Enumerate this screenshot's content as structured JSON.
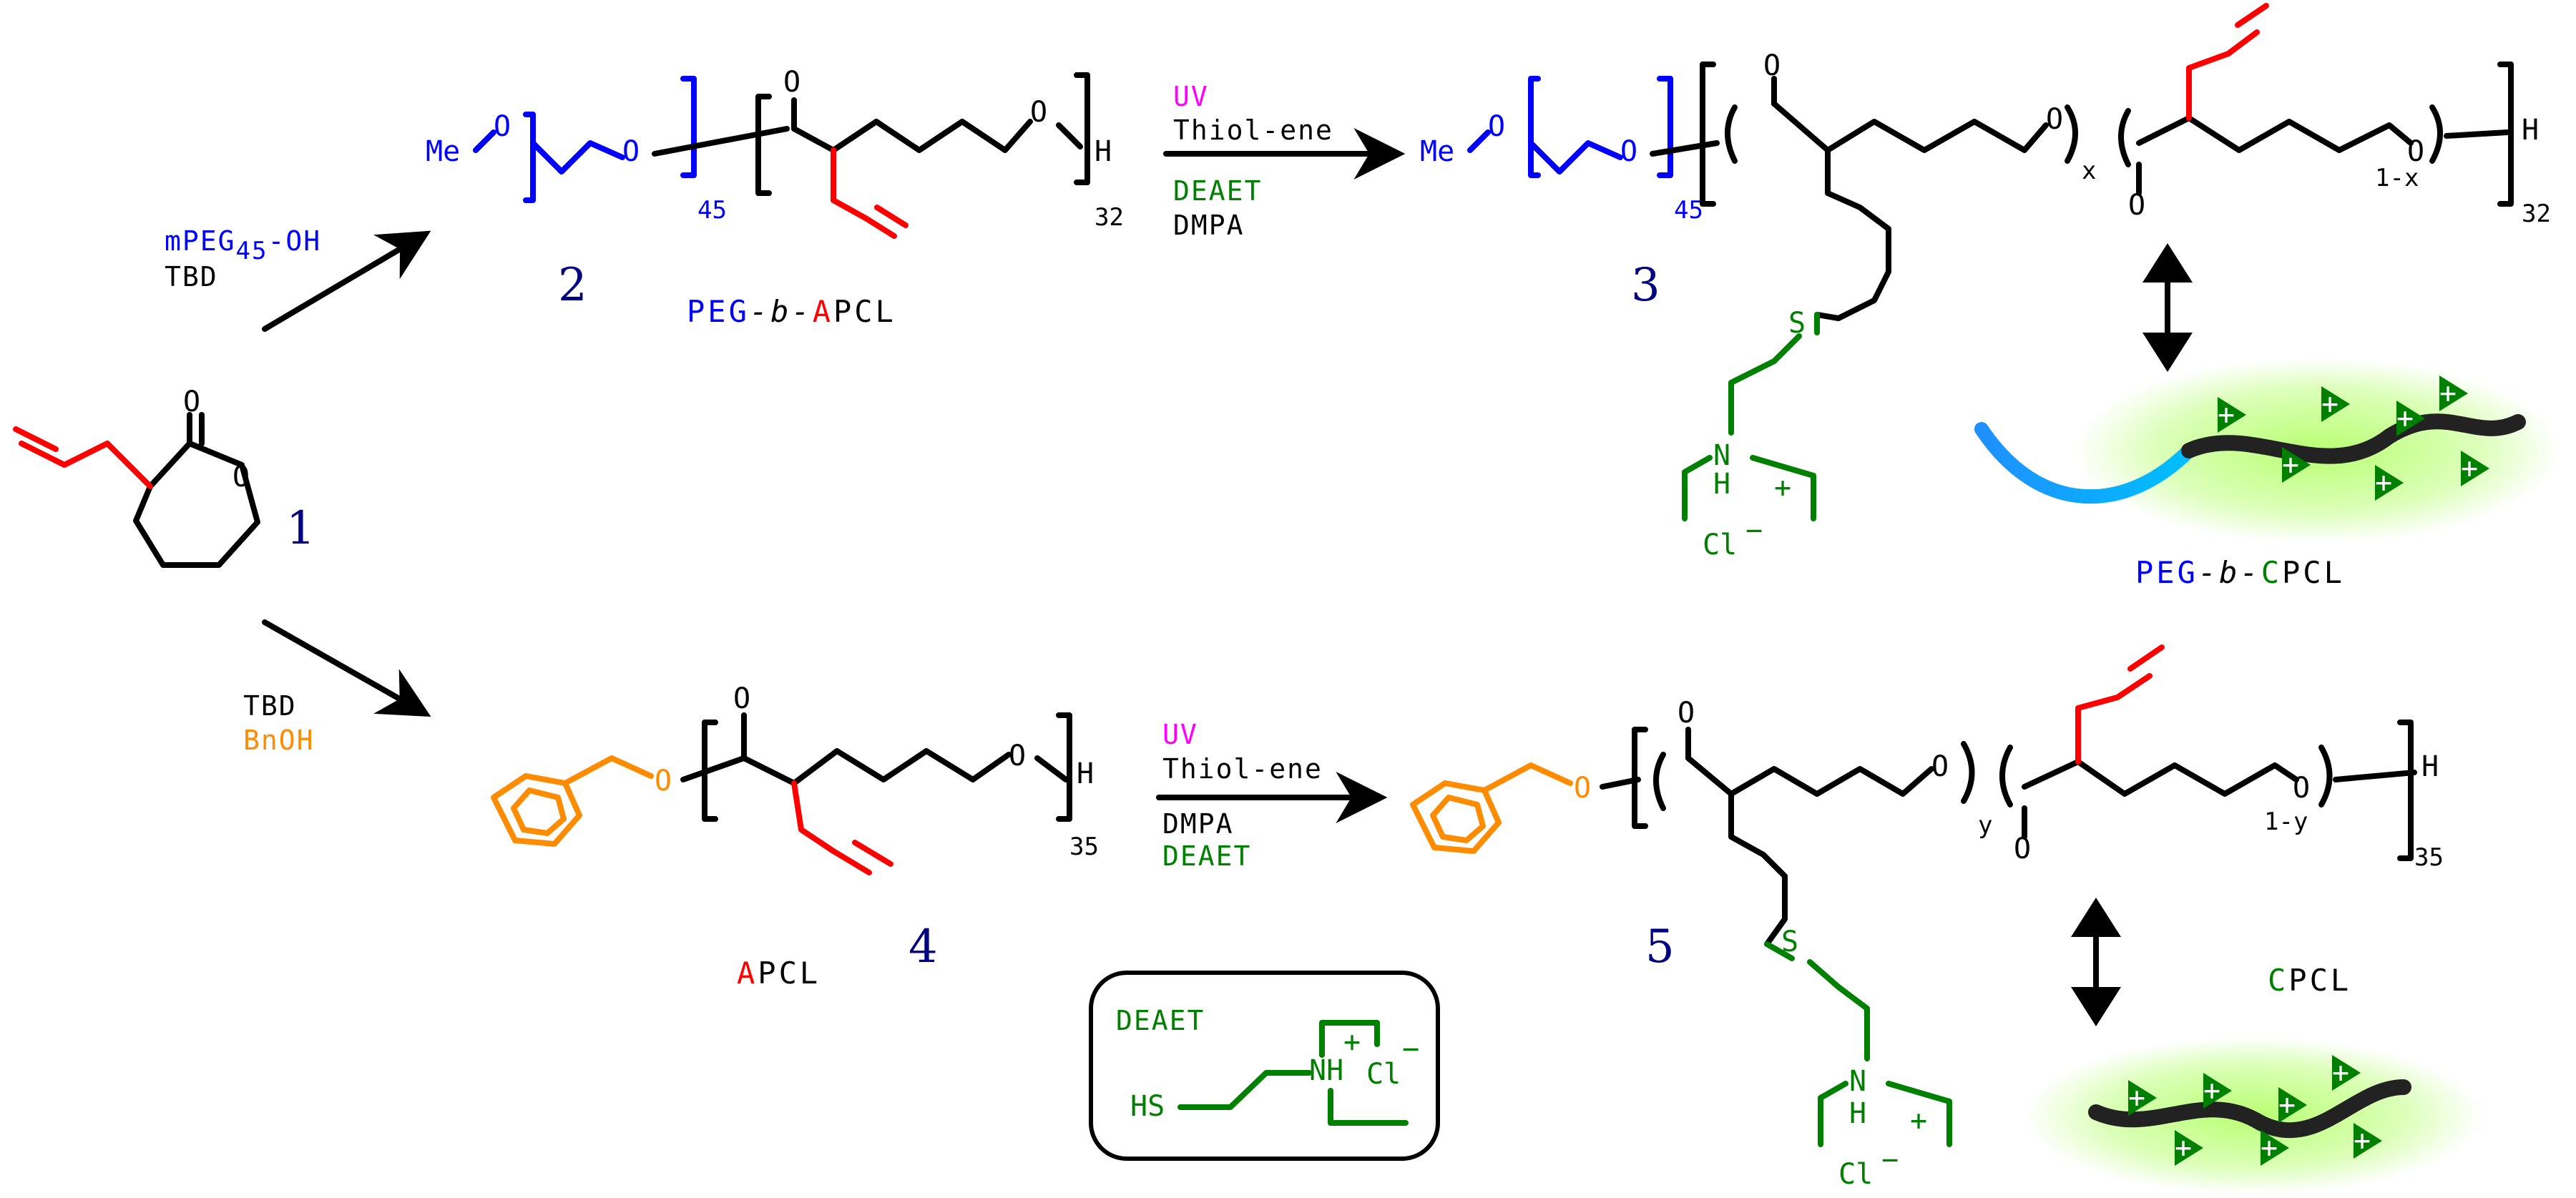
{
  "colors": {
    "backbone": "#000000",
    "allyl": "#ff0000",
    "peg": "#0000ff",
    "amine": "#008000",
    "benzyl": "#ff8c00",
    "uv": "#ff00ff",
    "compound_number": "#000080",
    "glow": "#7fff00",
    "peg_ribbon": "#1e90ff"
  },
  "atoms": {
    "O": "O",
    "H": "H",
    "S": "S",
    "N": "N",
    "HS": "HS",
    "NH": "NH",
    "Cl": "Cl",
    "Me": "Me",
    "plus": "+",
    "minus": "−"
  },
  "repeat_units": {
    "peg": "45",
    "block_2": "32",
    "block_3": "32",
    "block_4": "35",
    "block_5": "35",
    "x": "x",
    "one_minus_x": "1-x",
    "y": "y",
    "one_minus_y": "1-y"
  },
  "reagents_top_left": {
    "mpeg_pre": "mPEG",
    "mpeg_sub": "45",
    "mpeg_post": "-OH",
    "catalyst": "TBD"
  },
  "reagents_bottom_left": {
    "catalyst": "TBD",
    "initiator": "BnOH"
  },
  "reagents_top_right": {
    "line1": "UV",
    "line2": "Thiol-ene",
    "line3": "DEAET",
    "line4": "DMPA"
  },
  "reagents_bottom_right": {
    "line1": "UV",
    "line2": "Thiol-ene",
    "line3": "DMPA",
    "line4": "DEAET"
  },
  "compound_numbers": {
    "c1": "1",
    "c2": "2",
    "c3": "3",
    "c4": "4",
    "c5": "5"
  },
  "polymer_labels": {
    "peg_apcl": {
      "peg": "PEG",
      "b": "-b-",
      "a": "A",
      "rest": "PCL"
    },
    "peg_cpcl": {
      "peg": "PEG",
      "b": "-b-",
      "c": "C",
      "rest": "PCL"
    },
    "apcl": {
      "a": "A",
      "rest": "PCL"
    },
    "cpcl": {
      "c": "C",
      "rest": "PCL"
    }
  },
  "deaet_box": {
    "title": "DEAET"
  }
}
